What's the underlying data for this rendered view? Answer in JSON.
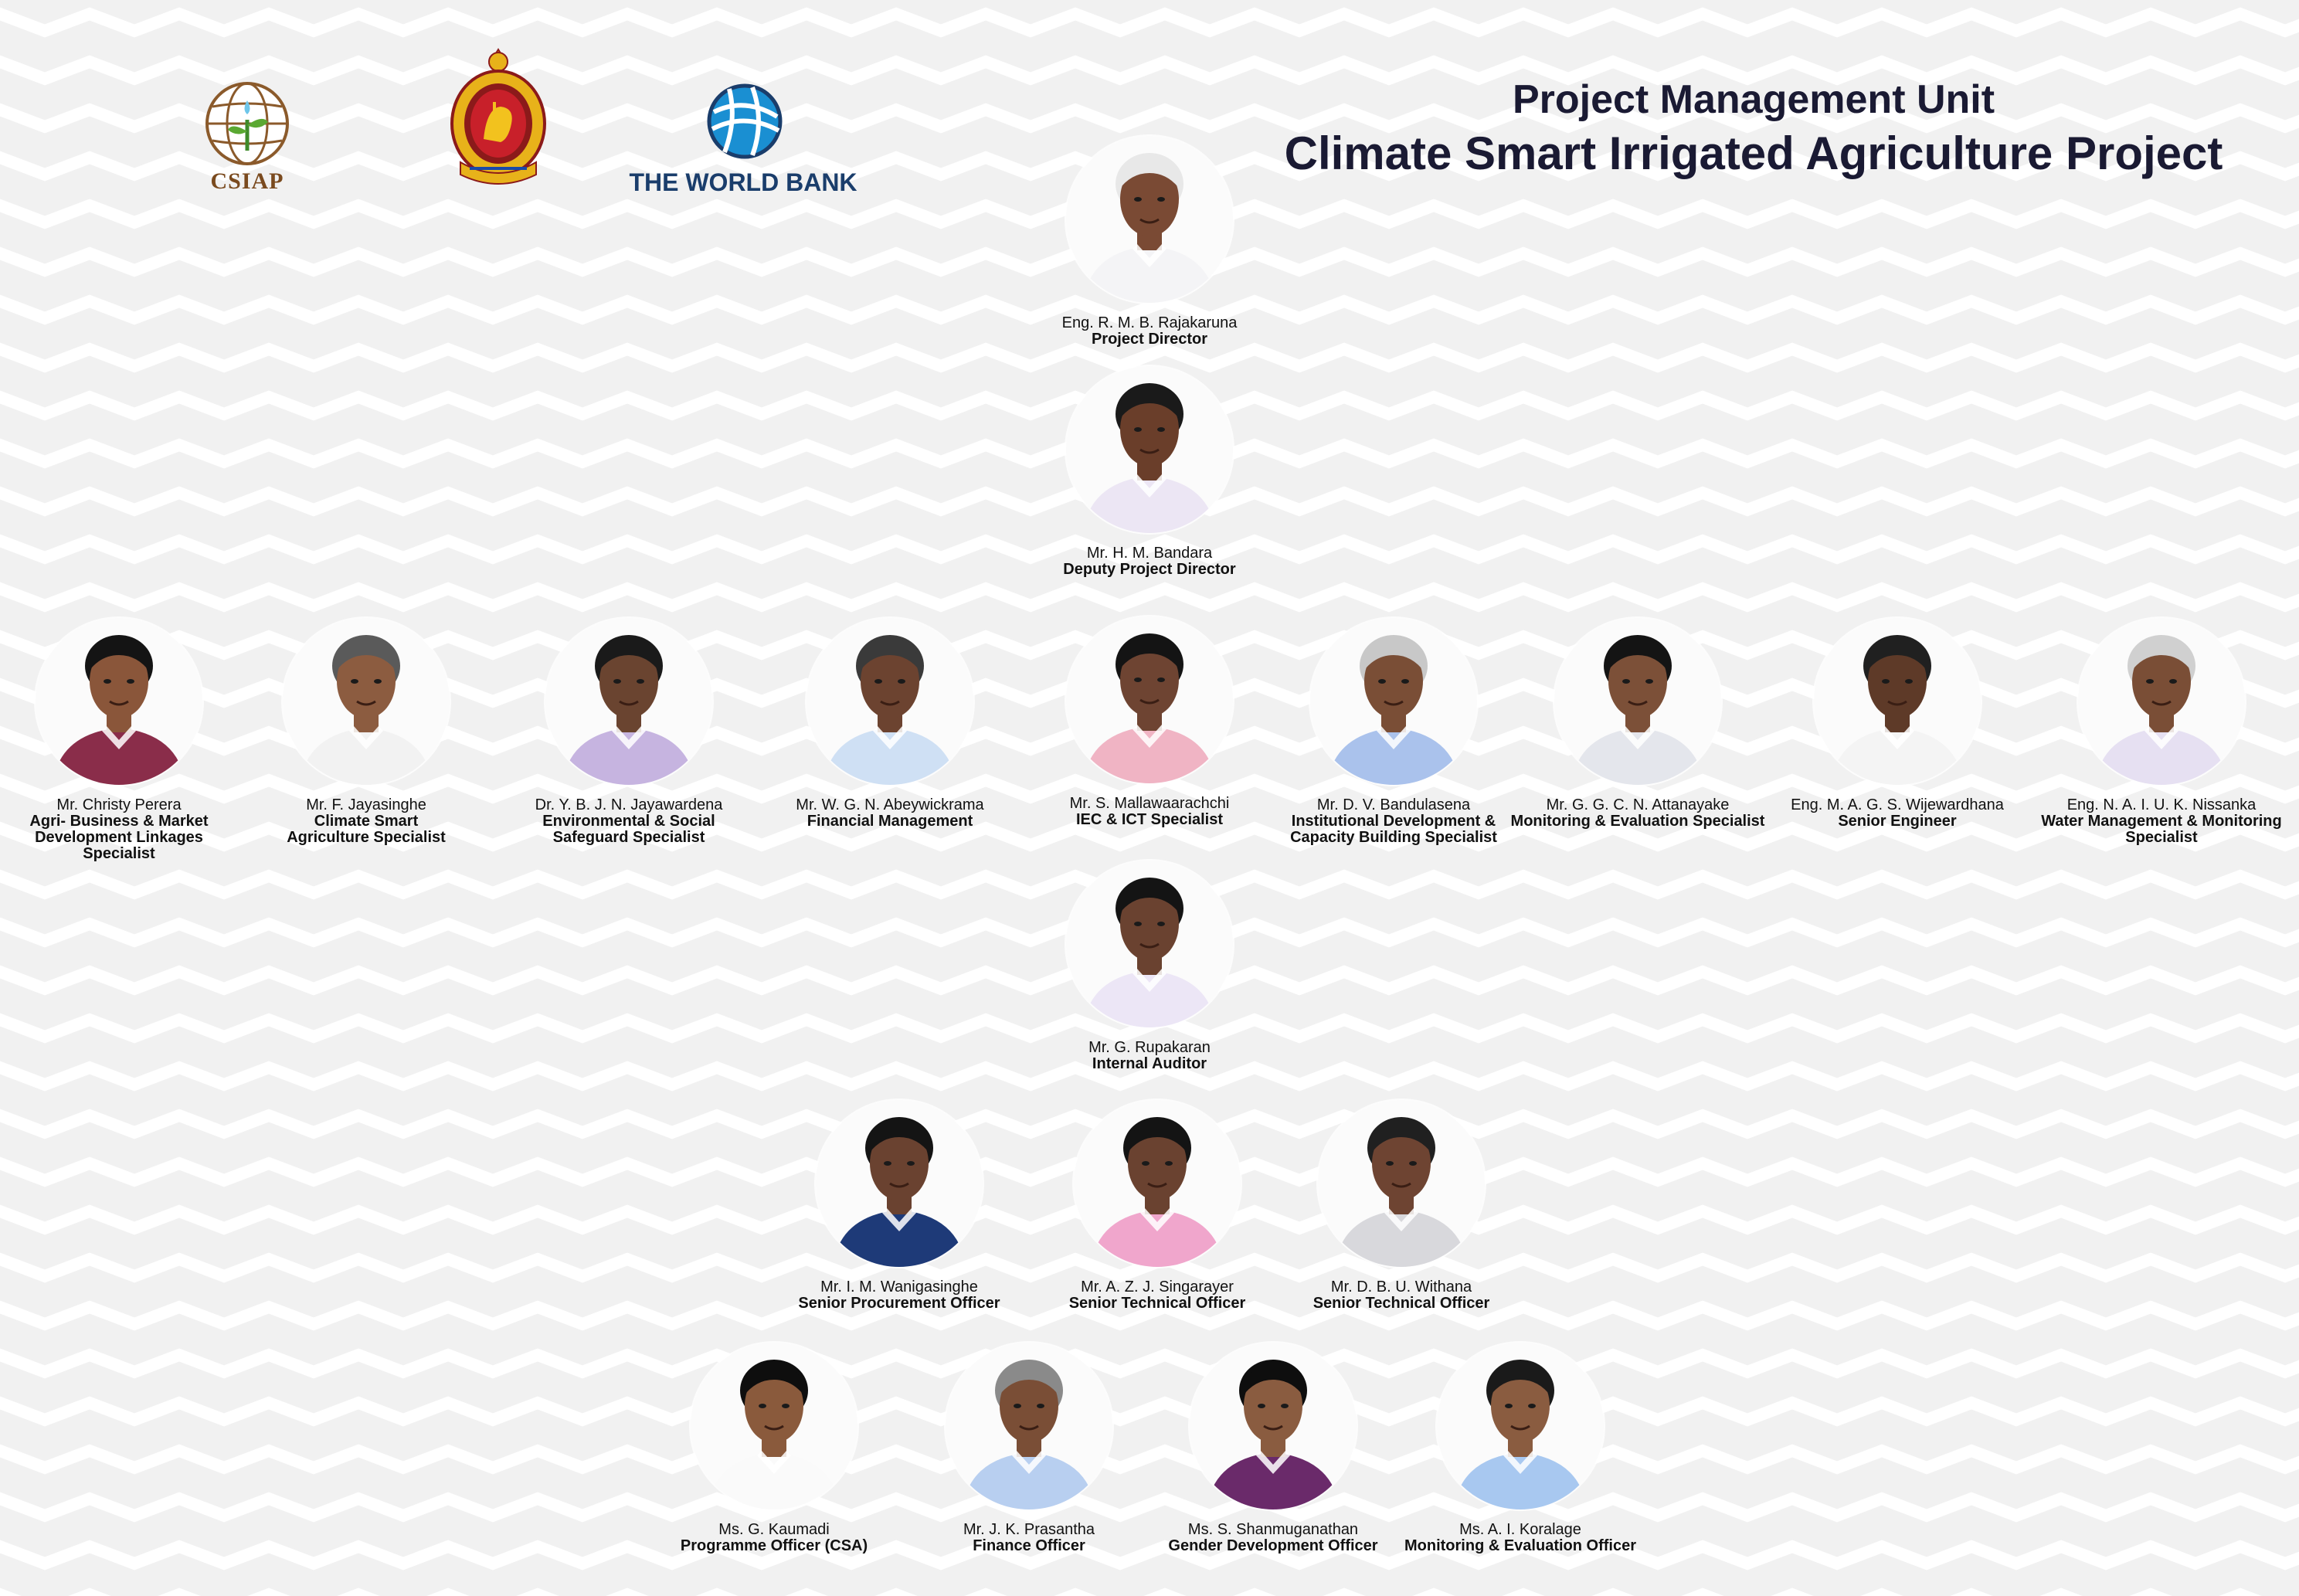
{
  "header": {
    "title_line1": "Project Management Unit",
    "title_line2": "Climate Smart Irrigated Agriculture Project"
  },
  "logos": {
    "csiap": "CSIAP",
    "world_bank": "THE WORLD BANK"
  },
  "colors": {
    "background": "#f1f1f1",
    "title": "#1a1a33",
    "world_bank": "#1a3d6b",
    "emblem_maroon": "#8b1a1a",
    "emblem_gold": "#e8b21a"
  },
  "staff": [
    {
      "name": "Eng. R. M. B. Rajakaruna",
      "role": "Project Director",
      "shirt": "#f4f4f6",
      "skin": "#7a4a34",
      "hair": "#e8e8e8"
    },
    {
      "name": "Mr. H. M. Bandara",
      "role": "Deputy Project Director",
      "shirt": "#ece6f4",
      "skin": "#6a3e2a",
      "hair": "#1a1a1a"
    },
    {
      "name": "Mr. Christy Perera",
      "role": "Agri- Business & Market\nDevelopment Linkages\nSpecialist",
      "shirt": "#8a2d4a",
      "skin": "#8a563a",
      "hair": "#141414"
    },
    {
      "name": "Mr. F. Jayasinghe",
      "role": "Climate Smart\nAgriculture Specialist",
      "shirt": "#f2f2f2",
      "skin": "#8c5c40",
      "hair": "#5a5a5a"
    },
    {
      "name": "Dr. Y. B. J. N. Jayawardena",
      "role": "Environmental & Social\nSafeguard Specialist",
      "shirt": "#c6b4e0",
      "skin": "#6a4430",
      "hair": "#1a1a1a"
    },
    {
      "name": "Mr. W. G. N. Abeywickrama",
      "role": "Financial Management",
      "shirt": "#cfe0f4",
      "skin": "#6c4330",
      "hair": "#3a3a3a"
    },
    {
      "name": "Mr. S. Mallawaarachchi",
      "role": "IEC & ICT Specialist",
      "shirt": "#f0b4c4",
      "skin": "#6e4432",
      "hair": "#141414"
    },
    {
      "name": "Mr. D. V. Bandulasena",
      "role": "Institutional Development &\nCapacity Building Specialist",
      "shirt": "#aac2ec",
      "skin": "#7a4e36",
      "hair": "#c8c8c8"
    },
    {
      "name": "Mr. G. G. C. N. Attanayake",
      "role": "Monitoring & Evaluation Specialist",
      "shirt": "#e4e6ec",
      "skin": "#7c5038",
      "hair": "#141414"
    },
    {
      "name": "Eng. M. A. G. S. Wijewardhana",
      "role": "Senior Engineer",
      "shirt": "#f4f4f4",
      "skin": "#5e3a28",
      "hair": "#202020"
    },
    {
      "name": "Eng. N. A. I. U. K. Nissanka",
      "role": "Water Management & Monitoring\nSpecialist",
      "shirt": "#e6e0f2",
      "skin": "#7a4e36",
      "hair": "#d0d0d0"
    },
    {
      "name": "Mr. G. Rupakaran",
      "role": "Internal Auditor",
      "shirt": "#ece6f6",
      "skin": "#6a4230",
      "hair": "#141414"
    },
    {
      "name": "Mr. I. M. Wanigasinghe",
      "role": "Senior Procurement Officer",
      "shirt": "#1e3a78",
      "skin": "#6a4230",
      "hair": "#141414"
    },
    {
      "name": "Mr. A. Z. J. Singarayer",
      "role": "Senior Technical Officer",
      "shirt": "#f0a6cc",
      "skin": "#6a4230",
      "hair": "#141414"
    },
    {
      "name": "Mr. D. B. U. Withana",
      "role": "Senior Technical Officer",
      "shirt": "#d8d8dc",
      "skin": "#6e4432",
      "hair": "#202020"
    },
    {
      "name": "Ms. G. Kaumadi",
      "role": "Programme Officer (CSA)",
      "shirt": "#fafafa",
      "skin": "#8a5a3c",
      "hair": "#0e0e0e"
    },
    {
      "name": "Mr. J. K. Prasantha",
      "role": "Finance Officer",
      "shirt": "#b8cff0",
      "skin": "#7a4e36",
      "hair": "#8a8a8a"
    },
    {
      "name": "Ms. S. Shanmuganathan",
      "role": "Gender Development Officer",
      "shirt": "#6a2a6a",
      "skin": "#8a5c40",
      "hair": "#0e0e0e"
    },
    {
      "name": "Ms. A. I. Koralage",
      "role": "Monitoring & Evaluation Officer",
      "shirt": "#a8c8f0",
      "skin": "#8a5c40",
      "hair": "#1a1a1a"
    }
  ]
}
